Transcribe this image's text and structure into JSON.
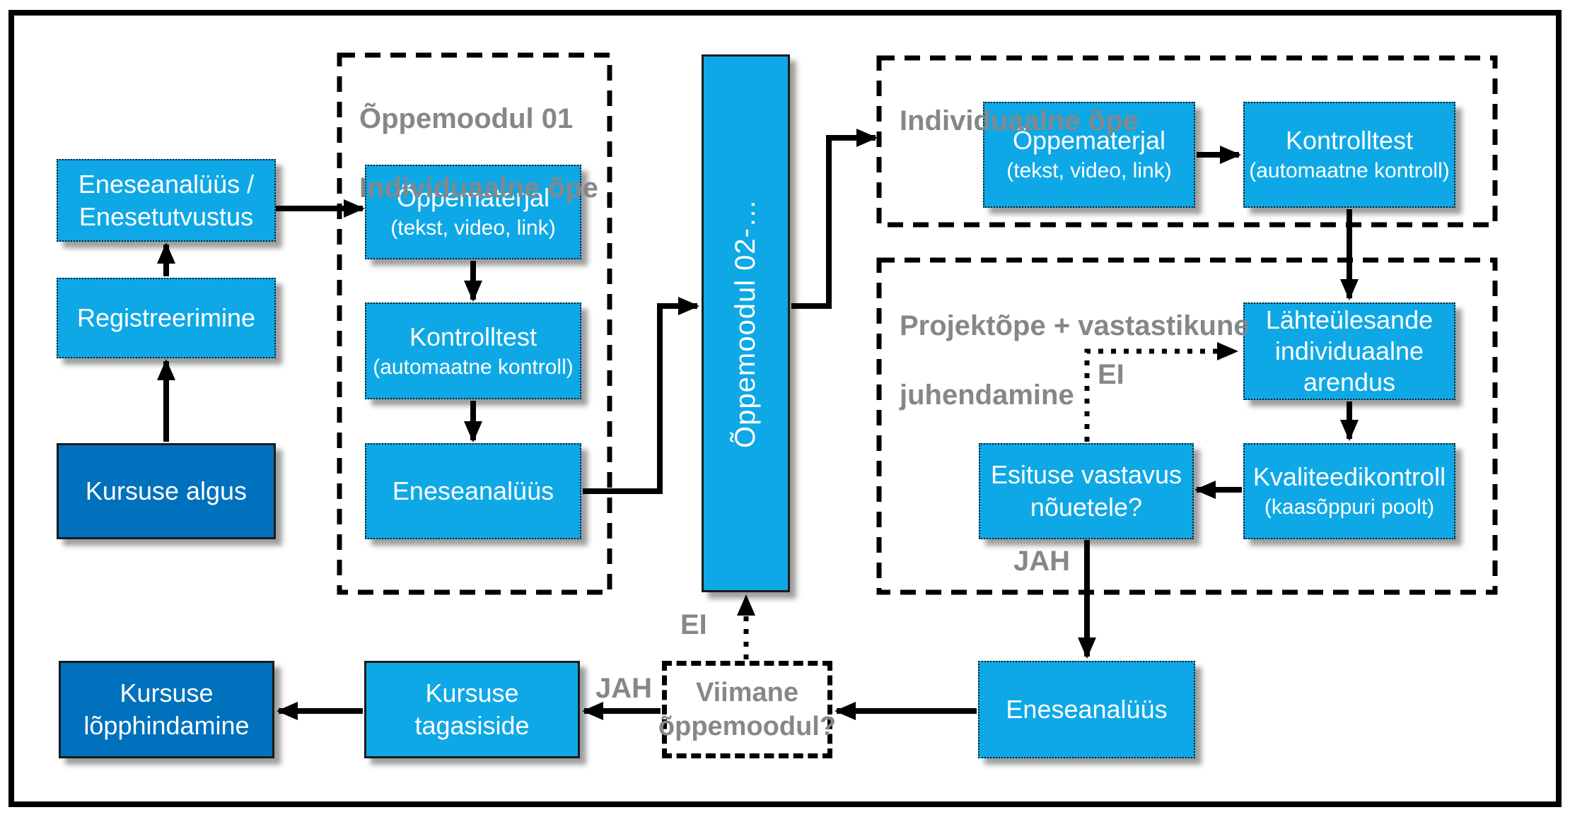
{
  "diagram": {
    "colors": {
      "box_light_blue": "#0FA8E6",
      "box_dark_blue": "#0071BC",
      "label_gray": "#85878a",
      "line_black": "#000000",
      "text_white": "#ffffff"
    },
    "groups": {
      "module01": {
        "title_line1": "Õppemoodul 01",
        "title_line2": "Individuaalne õpe"
      },
      "individual": {
        "title": "Individuaalne õpe"
      },
      "project": {
        "title_line1": "Projektõpe + vastastikune",
        "title_line2": "juhendamine"
      }
    },
    "nodes": {
      "kursuse_algus": {
        "label": "Kursuse algus"
      },
      "registreerimine": {
        "label": "Registreerimine"
      },
      "eneseanaluus_tutvustus": {
        "line1": "Eneseanalüüs /",
        "line2": "Enesetutvustus"
      },
      "oppematerjal_01": {
        "label": "Õppematerjal",
        "sub": "(tekst, video, link)"
      },
      "kontrolltest_01": {
        "label": "Kontrolltest",
        "sub": "(automaatne kontroll)"
      },
      "eneseanaluus_01": {
        "label": "Eneseanalüüs"
      },
      "oppemoodul_02": {
        "label": "Õppemoodul 02-…"
      },
      "oppematerjal_02": {
        "label": "Õppematerjal",
        "sub": "(tekst, video, link)"
      },
      "kontrolltest_02": {
        "label": "Kontrolltest",
        "sub": "(automaatne kontroll)"
      },
      "lahteulesanne": {
        "line1": "Lähteülesande",
        "line2": "individuaalne",
        "line3": "arendus"
      },
      "kvaliteedikontroll": {
        "label": "Kvaliteedikontroll",
        "sub": "(kaasõppuri poolt)"
      },
      "esituse_vastavus": {
        "line1": "Esituse vastavus",
        "line2": "nõuetele?"
      },
      "eneseanaluus_projekt": {
        "label": "Eneseanalüüs"
      },
      "viimane_oppemoodul": {
        "line1": "Viimane",
        "line2": "õppemoodul?"
      },
      "kursuse_tagasiside": {
        "line1": "Kursuse",
        "line2": "tagasiside"
      },
      "kursuse_lopphindamine": {
        "line1": "Kursuse",
        "line2": "lõpphindamine"
      }
    },
    "edge_labels": {
      "yes": "JAH",
      "no": "EI"
    }
  }
}
